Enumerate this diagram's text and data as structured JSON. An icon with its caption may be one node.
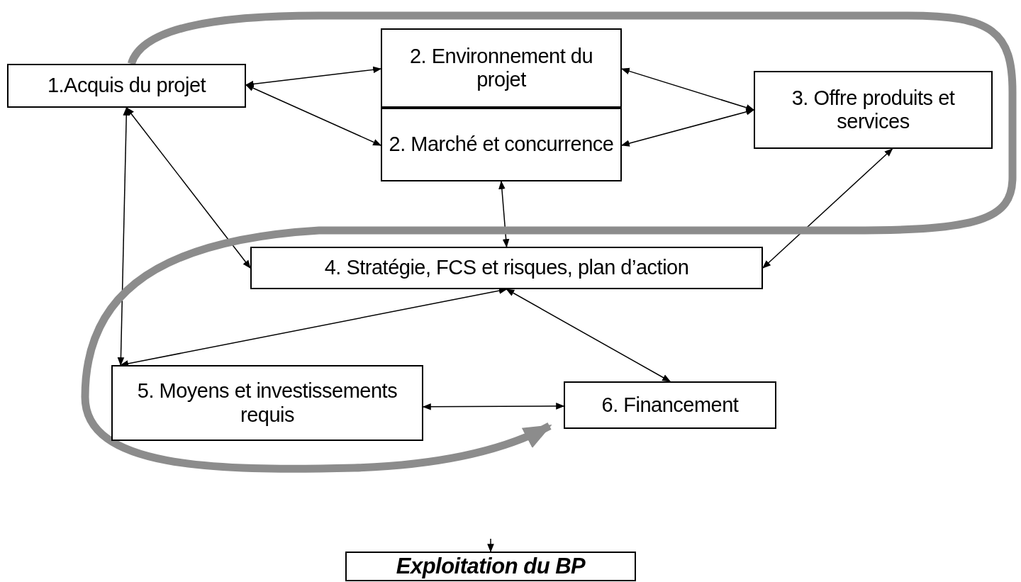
{
  "diagram": {
    "nodes": [
      {
        "text": [
          "1.Acquis du projet"
        ]
      },
      {
        "text": [
          "2. Environnement du projet"
        ]
      },
      {
        "text": [
          "2. Marché et concurrence"
        ]
      },
      {
        "text": [
          "3. Offre produits et services"
        ]
      },
      {
        "text": [
          "4. Stratégie, FCS et risques, plan d’action"
        ]
      },
      {
        "text": [
          "5. Moyens et investissements requis"
        ]
      },
      {
        "text": [
          "6. Financement"
        ]
      },
      {
        "text": [
          "Exploitation du BP"
        ]
      }
    ],
    "edges": [
      {
        "from": 0,
        "to": 1,
        "arrow": "both"
      },
      {
        "from": 0,
        "to": 2,
        "arrow": "both"
      },
      {
        "from": 1,
        "to": 3,
        "arrow": "both"
      },
      {
        "from": 2,
        "to": 3,
        "arrow": "both"
      },
      {
        "from": 2,
        "to": 4,
        "arrow": "both"
      },
      {
        "from": 3,
        "to": 4,
        "arrow": "both"
      },
      {
        "from": 0,
        "to": 4,
        "arrow": "both"
      },
      {
        "from": 0,
        "to": 5,
        "arrow": "both"
      },
      {
        "from": 4,
        "to": 5,
        "arrow": "both"
      },
      {
        "from": 4,
        "to": 6,
        "arrow": "both"
      },
      {
        "from": 5,
        "to": 6,
        "arrow": "both"
      },
      {
        "from": null,
        "to": 7,
        "arrow": "to"
      },
      {
        "from": 0,
        "to": 6,
        "arrow": "to",
        "style": "thick",
        "color": "#8c8c8c"
      }
    ]
  }
}
